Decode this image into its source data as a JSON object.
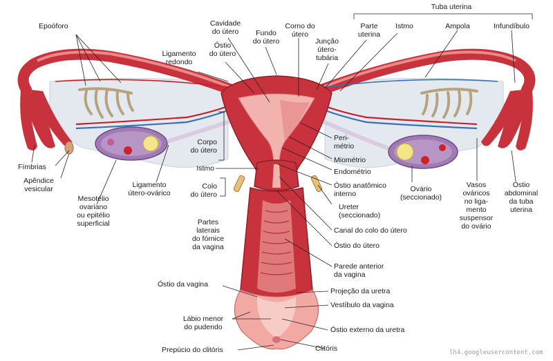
{
  "labels": {
    "tuba_uterina": "Tuba uterina",
    "parte_uterina": "Parte\nuterina",
    "istmo_tuba": "Istmo",
    "ampola": "Ampola",
    "infundibulo": "Infundíbulo",
    "cavidade": "Cavidade\ndo útero",
    "fundo": "Fundo\ndo útero",
    "corno": "Corno do\nútero",
    "juncao": "Junção\nútero-\ntubária",
    "ostio_tubario": "Óstio\ndo útero",
    "epooforo": "Epoóforo",
    "lig_redondo": "Ligamento\nredondo",
    "corpo": "Corpo\ndo útero",
    "istmo_utero": "Istmo",
    "colo": "Colo\ndo útero",
    "perimetrio": "Peri-\nmétrio",
    "miometrio": "Miométrio",
    "endometrio": "Endométrio",
    "ostio_anat": "Óstio anatômico\ninterno",
    "ureter": "Ureter\n(seccionado)",
    "canal_colo": "Canal do colo do útero",
    "ostio_utero": "Óstio do útero",
    "ovario": "Ovário\n(seccionado)",
    "vasos": "Vasos\nováricos\nno liga-\nmento\nsuspensor\ndo ovário",
    "ostio_abd": "Óstio\nabdominal\nda tuba\nuterina",
    "fimbrias": "Fímbrias",
    "apendice": "Apêndice\nvesicular",
    "mesotelio": "Mesotélio\novariano\nou epitélio\nsuperficial",
    "lig_utero_ovarico": "Ligamento\nútero-ovárico",
    "partes_laterais": "Partes\nlaterais\ndo fórnice\nda vagina",
    "parede_anterior": "Parede anterior\nda vagina",
    "ostio_vagina": "Óstio da vagina",
    "projecao_uretra": "Projeção da uretra",
    "vestibulo": "Vestíbulo da vagina",
    "labio_menor": "Lábio menor\ndo pudendo",
    "ostio_externo_uretra": "Óstio externo da uretra",
    "prepucio": "Prepúcio do clitóris",
    "clitoris": "Clitóris"
  },
  "watermark": "lh4.googleusercontent.com",
  "colors": {
    "muscle": "#c8323c",
    "muscle_light": "#e07a7a",
    "lining": "#f2b3ae",
    "ligament": "#dfe5ec",
    "ovary": "#a07ab4",
    "artery": "#c8202a",
    "vein": "#3a6fb8",
    "epoophoron": "#b8a27e",
    "leader": "#222222"
  }
}
